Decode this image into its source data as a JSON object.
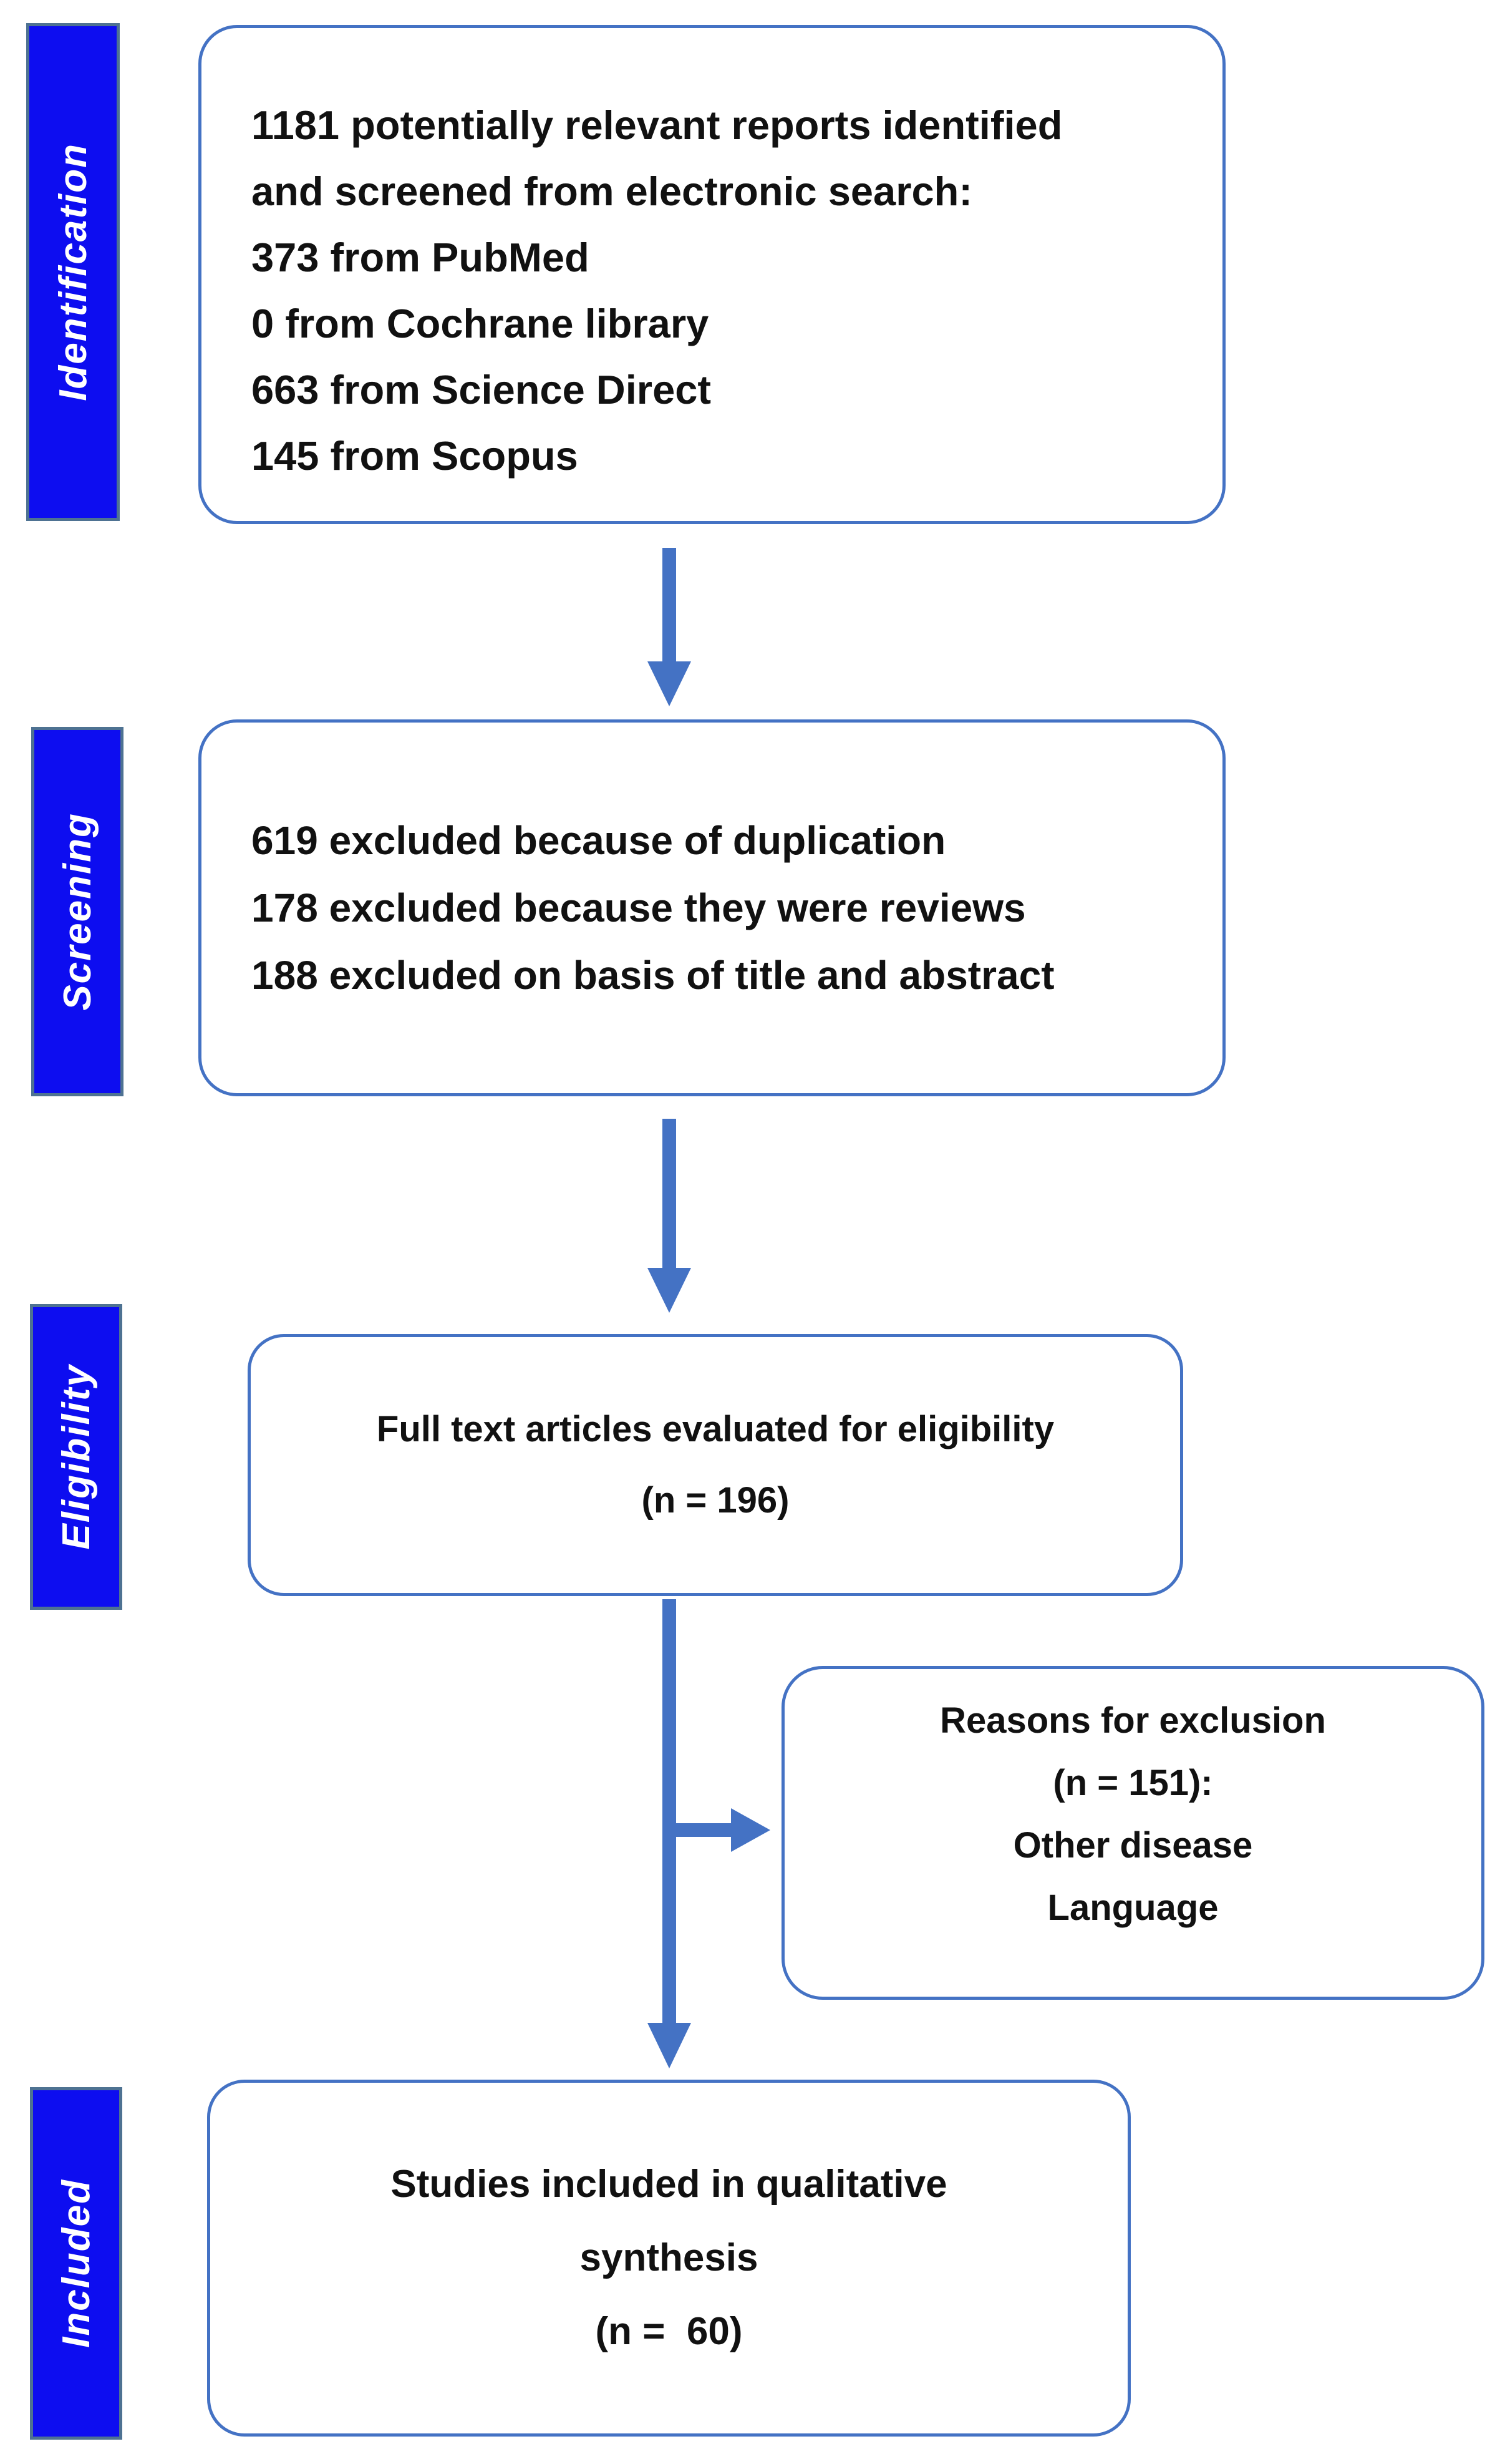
{
  "diagram": {
    "type": "prisma-flow",
    "colors": {
      "sidebar_fill": "#0d0df0",
      "sidebar_border": "#4e7292",
      "sidebar_text": "#ffffff",
      "box_border": "#4472c4",
      "box_fill": "#ffffff",
      "arrow": "#4472c4",
      "text": "#111111",
      "background": "#ffffff"
    },
    "stages": [
      {
        "label": "Identification"
      },
      {
        "label": "Screening"
      },
      {
        "label": "Eligibility"
      },
      {
        "label": "Included"
      }
    ],
    "boxes": {
      "identification": {
        "lines": [
          "1181 potentially relevant reports identified",
          "and screened from electronic search:",
          "373 from PubMed",
          "0 from Cochrane library",
          "663 from Science Direct",
          "145 from Scopus"
        ]
      },
      "screening": {
        "lines": [
          "619 excluded because of duplication",
          "178 excluded because they were reviews",
          "188 excluded on basis of title and abstract"
        ]
      },
      "eligibility": {
        "lines": [
          "Full text articles evaluated for eligibility",
          "(n = 196)"
        ]
      },
      "exclusion_reasons": {
        "lines": [
          "Reasons for exclusion",
          "(n = 151):",
          "Other disease",
          "Language"
        ]
      },
      "included": {
        "lines": [
          "Studies included in qualitative",
          "synthesis",
          "(n =  60)"
        ]
      }
    }
  }
}
